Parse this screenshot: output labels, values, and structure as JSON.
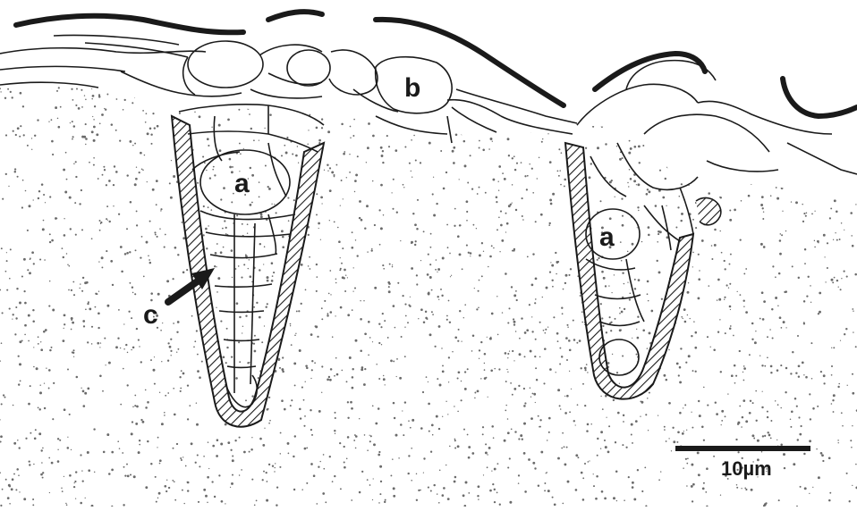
{
  "labels": {
    "a_left": "a",
    "a_right": "a",
    "b": "b",
    "c": "c"
  },
  "scale_bar": {
    "text": "10µm"
  },
  "colors": {
    "ink": "#1a1a1a",
    "stipple": "#6a6a6a",
    "background": "#ffffff"
  }
}
